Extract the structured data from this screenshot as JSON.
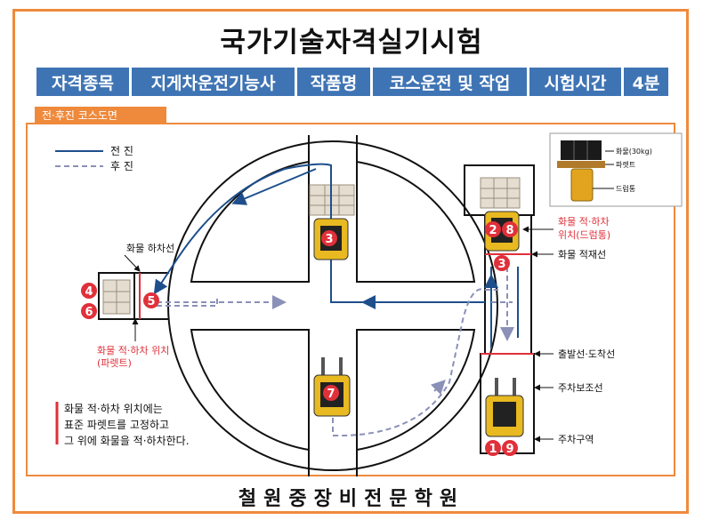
{
  "title": "국가기술자격실기시험",
  "header": {
    "field_label": "자격종목",
    "field_value": "지게차운전기능사",
    "work_label": "작품명",
    "work_value": "코스운전 및 작업",
    "time_label": "시험시간",
    "time_value": "4분"
  },
  "section_tag": "전·후진 코스도면",
  "legend": {
    "forward": "전 진",
    "reverse": "후 진"
  },
  "inset": {
    "cargo": "화물(30kg)",
    "pallet": "파렛트",
    "drum": "드럼통"
  },
  "labels": {
    "unload_line": "화물 하차선",
    "left_position": "화물 적·하차 위치",
    "left_position_sub": "(파렛트)",
    "right_position": "화물 적·하차",
    "right_position_sub": "위치(드럼통)",
    "load_line": "화물 적재선",
    "start_finish_line": "출발선·도착선",
    "parking_aux_line": "주차보조선",
    "parking_area": "주차구역"
  },
  "note": [
    "화물 적·하차 위치에는",
    "표준 파렛트를 고정하고",
    "그 위에 화물을 적·하차한다."
  ],
  "step_numbers": {
    "s1": "1",
    "s2": "2",
    "s3a": "3",
    "s3b": "3",
    "s4": "4",
    "s5": "5",
    "s6": "6",
    "s7": "7",
    "s8": "8",
    "s9": "9"
  },
  "footer": "철원중장비전문학원",
  "colors": {
    "accent": "#ef8a3c",
    "header_bg": "#3f74b4",
    "forward": "#1e4f8c",
    "reverse": "#8a90b8",
    "step_red": "#e0303a",
    "label_red": "#e0303a"
  }
}
